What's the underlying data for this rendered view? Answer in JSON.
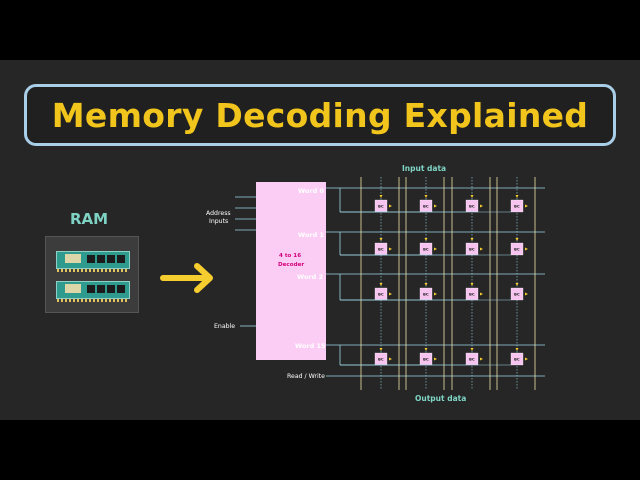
{
  "title": "Memory Decoding Explained",
  "ram": {
    "label": "RAM"
  },
  "decoder": {
    "name_line1": "4 to 16",
    "name_line2": "Decoder",
    "inputs_label_line1": "Address",
    "inputs_label_line2": "Inputs",
    "enable_label": "Enable",
    "outputs": [
      "Word 0",
      "Word 1",
      "Word 2",
      "Word 15"
    ]
  },
  "memory": {
    "input_data_label": "Input data",
    "output_data_label": "Output data",
    "read_write_label": "Read / Write",
    "cell_label": "BC"
  },
  "colors": {
    "title_text": "#f2c51c",
    "title_border": "#a9cfe8",
    "ram_label": "#7ed2c4",
    "decoder_fill": "#fbcdf4",
    "decoder_text": "#d1007a",
    "cell_fill": "#f6c4ef",
    "wire_vertical": "#f0e6a8",
    "wire_horizontal": "#9ed8e6",
    "arrow": "#f6cd2e"
  }
}
